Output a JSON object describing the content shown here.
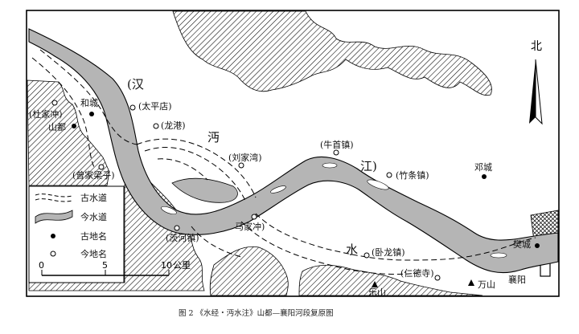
{
  "caption": "图 2 《水经・沔水注》山都—襄阳河段复原图",
  "north": "北",
  "river_names": [
    "(汉",
    "沔",
    "江)",
    "水"
  ],
  "places": {
    "ancient": [
      "和城",
      "山都",
      "邓城",
      "樊城"
    ],
    "modern": [
      "(杜家冲)",
      "(太平店)",
      "(龙港)",
      "(刘家湾)",
      "(牛首镇)",
      "(竹条镇)",
      "(曾家梁子)",
      "(茨河镇)",
      "马家冲)",
      "(卧龙镇)",
      "(仁德寺)",
      "万山",
      "乐山",
      "襄阳"
    ]
  },
  "legend": {
    "items": [
      "古水道",
      "今水道",
      "古地名",
      "今地名"
    ]
  },
  "scale": {
    "ticks": [
      "0",
      "5",
      "10"
    ],
    "unit": "公里"
  }
}
